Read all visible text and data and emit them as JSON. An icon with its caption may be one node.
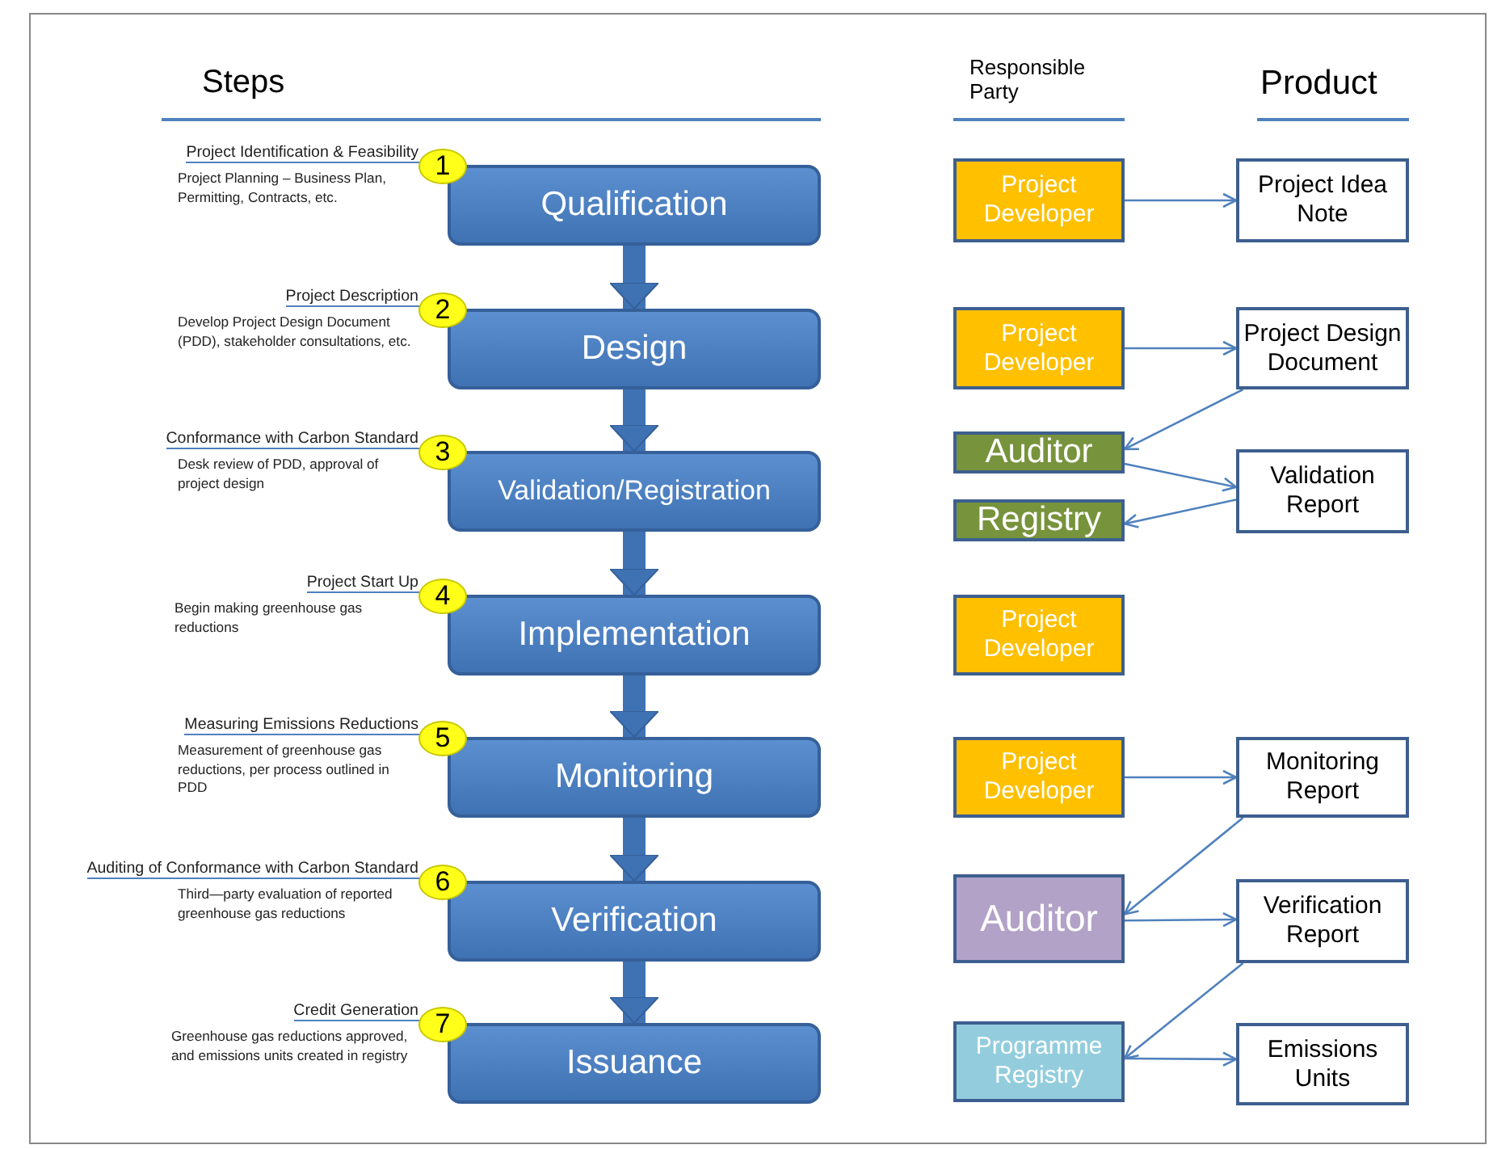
{
  "diagram": {
    "nodes": [
      {
        "text": [
          "Qualification"
        ],
        "beside": [
          "1",
          "Project Identification & Feasibility",
          "Project Planning – Business Plan, Permitting, Contracts, etc."
        ]
      },
      {
        "text": [
          "Design"
        ],
        "beside": [
          "2",
          "Project Description",
          "Develop Project Design Document (PDD), stakeholder consultations, etc."
        ]
      },
      {
        "text": [
          "Validation/Registration"
        ],
        "beside": [
          "3",
          "Conformance with Carbon Standard",
          "Desk review of PDD, approval of project design"
        ]
      },
      {
        "text": [
          "Implementation"
        ],
        "beside": [
          "4",
          "Project Start Up",
          "Begin making greenhouse gas reductions"
        ]
      },
      {
        "text": [
          "Monitoring"
        ],
        "beside": [
          "5",
          "Measuring Emissions Reductions",
          "Measurement of greenhouse gas reductions, per process outlined in PDD"
        ]
      },
      {
        "text": [
          "Verification"
        ],
        "beside": [
          "6",
          "Auditing of Conformance with Carbon Standard",
          "Third—party evaluation of reported greenhouse gas reductions"
        ]
      },
      {
        "text": [
          "Issuance"
        ],
        "beside": [
          "7",
          "Credit Generation",
          "Greenhouse gas reductions approved, and emissions units created in registry"
        ]
      },
      {
        "text": [
          "Project Developer"
        ]
      },
      {
        "text": [
          "Project Idea Note"
        ]
      },
      {
        "text": [
          "Project Developer"
        ]
      },
      {
        "text": [
          "Project Design Document"
        ]
      },
      {
        "text": [
          "Auditor"
        ]
      },
      {
        "text": [
          "Validation Report"
        ]
      },
      {
        "text": [
          "Registry"
        ]
      },
      {
        "text": [
          "Project Developer"
        ]
      },
      {
        "text": [
          "Project Developer"
        ]
      },
      {
        "text": [
          "Monitoring Report"
        ]
      },
      {
        "text": [
          "Auditor"
        ]
      },
      {
        "text": [
          "Verification Report"
        ]
      },
      {
        "text": [
          "Programme Registry"
        ]
      },
      {
        "text": [
          "Emissions Units"
        ]
      }
    ],
    "edges": [
      {
        "from": 0,
        "to": 1,
        "arrow": "to",
        "style": "thick"
      },
      {
        "from": 1,
        "to": 2,
        "arrow": "to",
        "style": "thick"
      },
      {
        "from": 2,
        "to": 3,
        "arrow": "to",
        "style": "thick"
      },
      {
        "from": 3,
        "to": 4,
        "arrow": "to",
        "style": "thick"
      },
      {
        "from": 4,
        "to": 5,
        "arrow": "to",
        "style": "thick"
      },
      {
        "from": 5,
        "to": 6,
        "arrow": "to",
        "style": "thick"
      },
      {
        "from": 7,
        "to": 8,
        "arrow": "to"
      },
      {
        "from": 9,
        "to": 10,
        "arrow": "to"
      },
      {
        "from": 10,
        "to": 11,
        "arrow": "to"
      },
      {
        "from": 11,
        "to": 12,
        "arrow": "to"
      },
      {
        "from": 12,
        "to": 13,
        "arrow": "to"
      },
      {
        "from": 15,
        "to": 16,
        "arrow": "to"
      },
      {
        "from": 16,
        "to": 17,
        "arrow": "to"
      },
      {
        "from": 17,
        "to": 18,
        "arrow": "to"
      },
      {
        "from": 18,
        "to": 19,
        "arrow": "to"
      },
      {
        "from": 19,
        "to": 20,
        "arrow": "to"
      }
    ],
    "labels": [
      "Steps",
      "Responsible Party",
      "Product"
    ]
  }
}
